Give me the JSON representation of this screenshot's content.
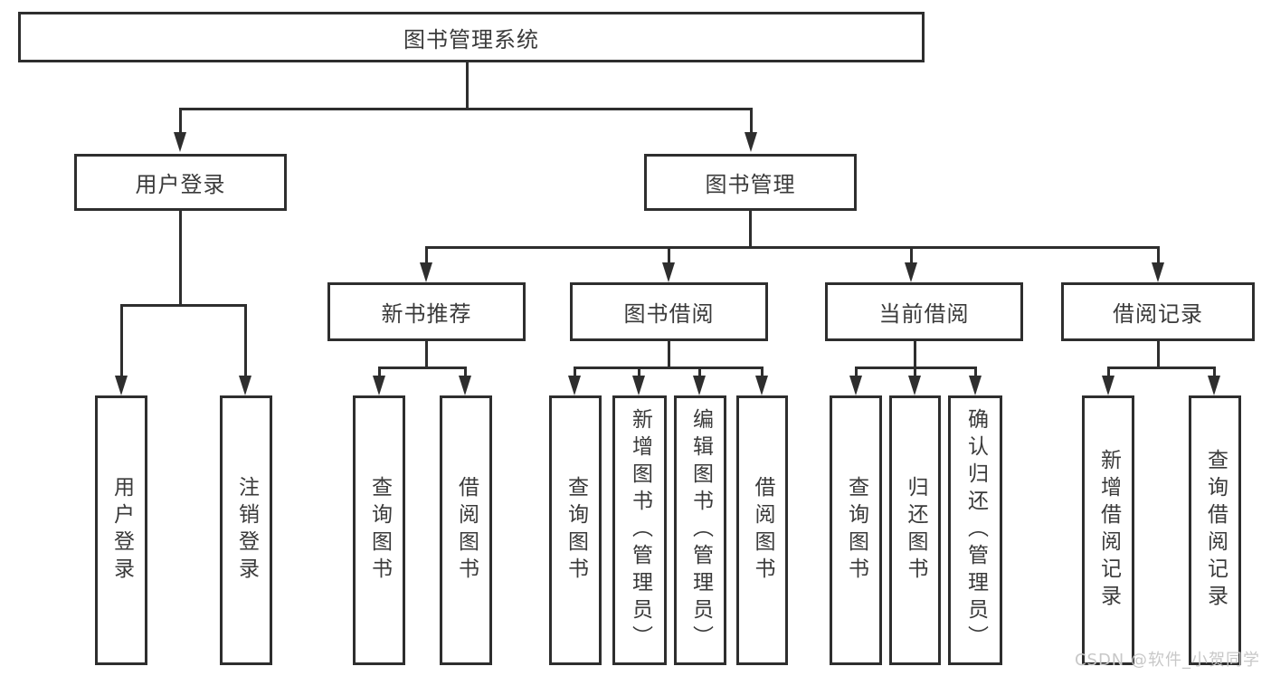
{
  "diagram": {
    "root": "图书管理系统",
    "level1": [
      "用户登录",
      "图书管理"
    ],
    "level2": [
      "新书推荐",
      "图书借阅",
      "当前借阅",
      "借阅记录"
    ],
    "leaves_login": [
      "用户登录",
      "注销登录"
    ],
    "leaves_recommend": [
      "查询图书",
      "借阅图书"
    ],
    "leaves_borrow": [
      "查询图书",
      "新增图书（管理员）",
      "编辑图书（管理员）",
      "借阅图书"
    ],
    "leaves_current": [
      "查询图书",
      "归还图书",
      "确认归还（管理员）"
    ],
    "leaves_records": [
      "新增借阅记录",
      "查询借阅记录"
    ]
  },
  "watermark": "CSDN @软件_小贺同学",
  "colors": {
    "line": "#2e2e2e",
    "text": "#3a3a3a",
    "watermark": "#c8c8c8",
    "background": "#ffffff"
  }
}
